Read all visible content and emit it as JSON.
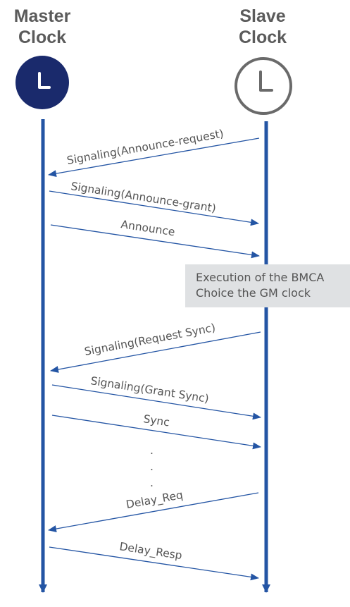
{
  "actors": {
    "master": {
      "line1": "Master",
      "line2": "Clock"
    },
    "slave": {
      "line1": "Slave",
      "line2": "Clock"
    }
  },
  "colors": {
    "lifeline": "#2455a4",
    "master_icon": "#1a2a6c",
    "slave_icon_ring": "#6a6a6a",
    "note_bg": "#dfe1e3",
    "text": "#555555"
  },
  "icons": {
    "master": "clock-icon",
    "slave": "clock-icon"
  },
  "messages": [
    {
      "label": "Signaling(Announce-request)",
      "from": "slave",
      "to": "master"
    },
    {
      "label": "Signaling(Announce-grant)",
      "from": "master",
      "to": "slave"
    },
    {
      "label": "Announce",
      "from": "master",
      "to": "slave"
    },
    {
      "label": "Signaling(Request Sync)",
      "from": "slave",
      "to": "master"
    },
    {
      "label": "Signaling(Grant Sync)",
      "from": "master",
      "to": "slave"
    },
    {
      "label": "Sync",
      "from": "master",
      "to": "slave"
    },
    {
      "label": "Delay_Req",
      "from": "slave",
      "to": "master"
    },
    {
      "label": "Delay_Resp",
      "from": "master",
      "to": "slave"
    }
  ],
  "note": {
    "line1": "Execution of the BMCA",
    "line2": "Choice the GM clock"
  },
  "ellipsis": "."
}
